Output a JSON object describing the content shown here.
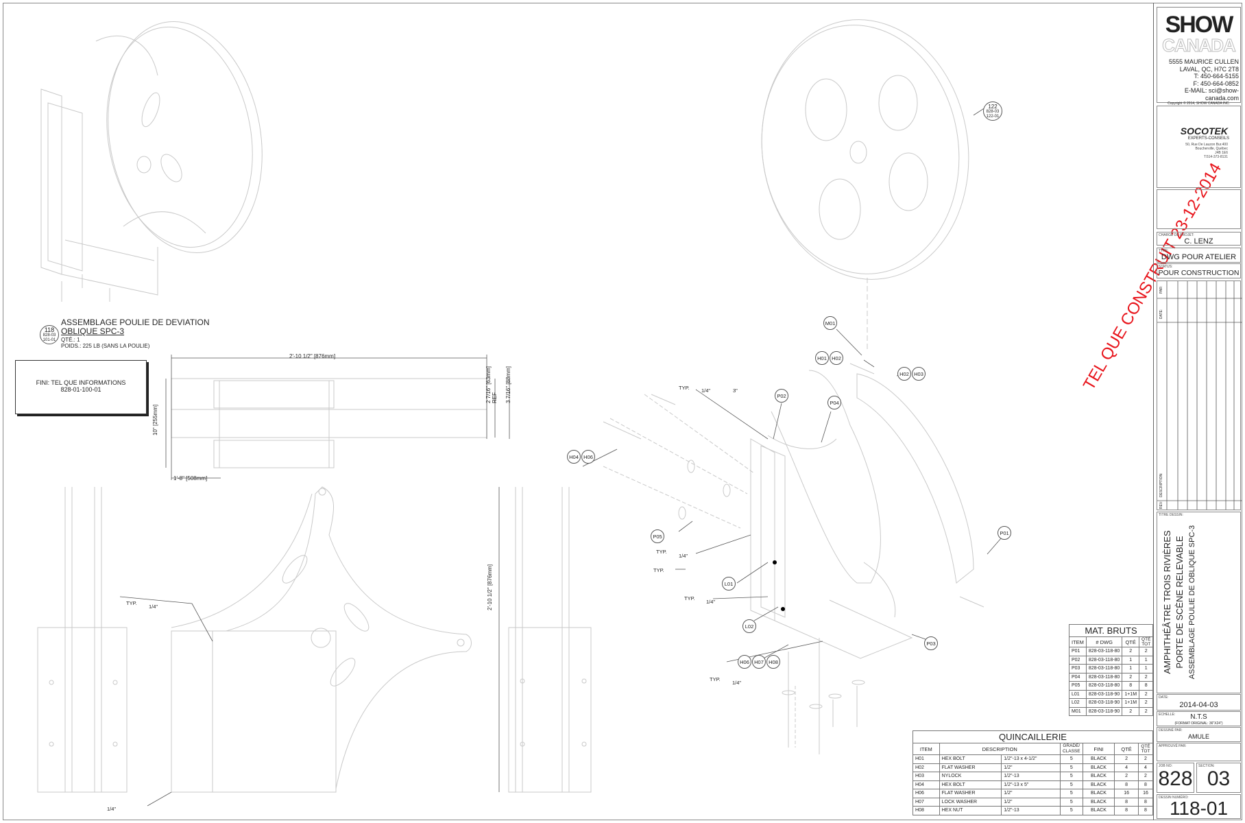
{
  "assembly": {
    "balloon_top": "118",
    "balloon_mid": "828-03",
    "balloon_bot": "101-01",
    "title_line1": "ASSEMBLAGE POULIE DE DEVIATION",
    "title_line2": "OBLIQUE SPC-3",
    "qty": "QTÉ.:  1",
    "weight": "POIDS.: 225 LB (SANS LA POULIE)"
  },
  "finish_box": {
    "line1": "FINI: TEL QUE INFORMATIONS",
    "line2": "828-01-100-01"
  },
  "dimensions": {
    "width_top": "2'-10 1/2\" [876mm]",
    "height_left": "10\" [255mm]",
    "right_a": "2 7/16\" [63mm] REF",
    "right_b": "3 7/16\" [88mm]",
    "bottom_left": "1'-8\" [508mm]",
    "front_height": "2'-10 1/2\" [876mm]"
  },
  "weld_notes": {
    "typ": "TYP.",
    "quarter": "1/4\"",
    "three": "3\""
  },
  "balloons": {
    "b122_top": "122",
    "b122_mid": "828-03",
    "b122_bot": "122-01",
    "m01": "M01",
    "h01": "H01",
    "h02": "H02",
    "h03": "H03",
    "p02": "P02",
    "p04": "P04",
    "h04": "H04",
    "h06": "H06",
    "p05": "P05",
    "l01": "L01",
    "l02": "L02",
    "p01": "P01",
    "p03": "P03",
    "h07": "H07",
    "h08": "H08"
  },
  "stamp": "TEL QUE CONSTRUIT 23-12-2014",
  "mat_bruts": {
    "title": "MAT. BRUTS",
    "headers": [
      "ITEM",
      "# DWG",
      "QTÉ",
      "QTÉ TOT"
    ],
    "rows": [
      [
        "P01",
        "828-03-118-80",
        "2",
        "2"
      ],
      [
        "P02",
        "828-03-118-80",
        "1",
        "1"
      ],
      [
        "P03",
        "828-03-118-80",
        "1",
        "1"
      ],
      [
        "P04",
        "828-03-118-80",
        "2",
        "2"
      ],
      [
        "P05",
        "828-03-118-80",
        "8",
        "8"
      ],
      [
        "L01",
        "828-03-118-90",
        "1+1M",
        "2"
      ],
      [
        "L02",
        "828-03-118-90",
        "1+1M",
        "2"
      ],
      [
        "M01",
        "828-03-118-90",
        "2",
        "2"
      ]
    ]
  },
  "quincaillerie": {
    "title": "QUINCAILLERIE",
    "headers": [
      "ITEM",
      "DESCRIPTION",
      "",
      "GRADE/ CLASSE",
      "FINI",
      "QTÉ",
      "QTÉ TOT"
    ],
    "rows": [
      [
        "H01",
        "HEX BOLT",
        "1/2\"-13 x 4-1/2\"",
        "5",
        "BLACK",
        "2",
        "2"
      ],
      [
        "H02",
        "FLAT WASHER",
        "1/2\"",
        "5",
        "BLACK",
        "4",
        "4"
      ],
      [
        "H03",
        "NYLOCK",
        "1/2\"-13",
        "5",
        "BLACK",
        "2",
        "2"
      ],
      [
        "H04",
        "HEX BOLT",
        "1/2\"-13 x 5\"",
        "5",
        "BLACK",
        "8",
        "8"
      ],
      [
        "H06",
        "FLAT WASHER",
        "1/2\"",
        "5",
        "BLACK",
        "16",
        "16"
      ],
      [
        "H07",
        "LOCK WASHER",
        "1/2\"",
        "5",
        "BLACK",
        "8",
        "8"
      ],
      [
        "H08",
        "HEX NUT",
        "1/2\"-13",
        "5",
        "BLACK",
        "8",
        "8"
      ]
    ]
  },
  "title_block": {
    "logo_line1": "SHOW",
    "logo_line2": "CANADA",
    "address1": "5555 MAURICE CULLEN",
    "address2": "LAVAL, QC, H7C 2T8",
    "phone": "T: 450-664-5155",
    "fax": "F: 450-664-0852",
    "email": "E-MAIL: sci@show-canada.com",
    "copyright": "Copyright © 2014, SHOW CANADA INC.",
    "socotek_name": "SOCOTEK",
    "socotek_sub": "EXPERTS-CONSEILS",
    "socotek_addr1": "50, Rue De Lauzon Bur.400",
    "socotek_addr2": "Boucherville, Québec",
    "socotek_addr3": "J4B 1E6",
    "socotek_phone": "T:514-373-8131",
    "charge_label": "CHARGÉ DE PROJET:",
    "charge_value": "C. LENZ",
    "type_label": "TYPE:",
    "type_value": "DWG POUR ATELIER",
    "status_label": "STATUS:",
    "status_value": "POUR CONSTRUCTION",
    "rev_par": "PAR:",
    "rev_date": "DATE:",
    "rev_desc": "DESCRIPTION:",
    "rev_rev": "REV:",
    "titre_label": "TITRE DESSIN:",
    "titre_line1": "AMPHITHÉÂTRE TROIS RIVIÈRES",
    "titre_line2": "PORTE DE SCÈNE RELEVABLE",
    "titre_line3": "ASSEMBLAGE POULIE DE OBLIQUE SPC-3",
    "date_label": "DATE:",
    "date_value": "2014-04-03",
    "echelle_label": "ÉCHELLE:",
    "echelle_value": "N.T.S",
    "format_note": "(FORMAT ORIGINAL: 36\"X24\")",
    "dessine_label": "DESSINÉ PAR:",
    "dessine_value": "AMULE",
    "approuve_label": "APPROUVÉ PAR:",
    "job_label": "JOB NO:",
    "job_value": "828",
    "section_label": "SECTION:",
    "section_value": "03",
    "dessin_label": "DESSIN NUMÉRO:",
    "dessin_value": "118-01"
  }
}
